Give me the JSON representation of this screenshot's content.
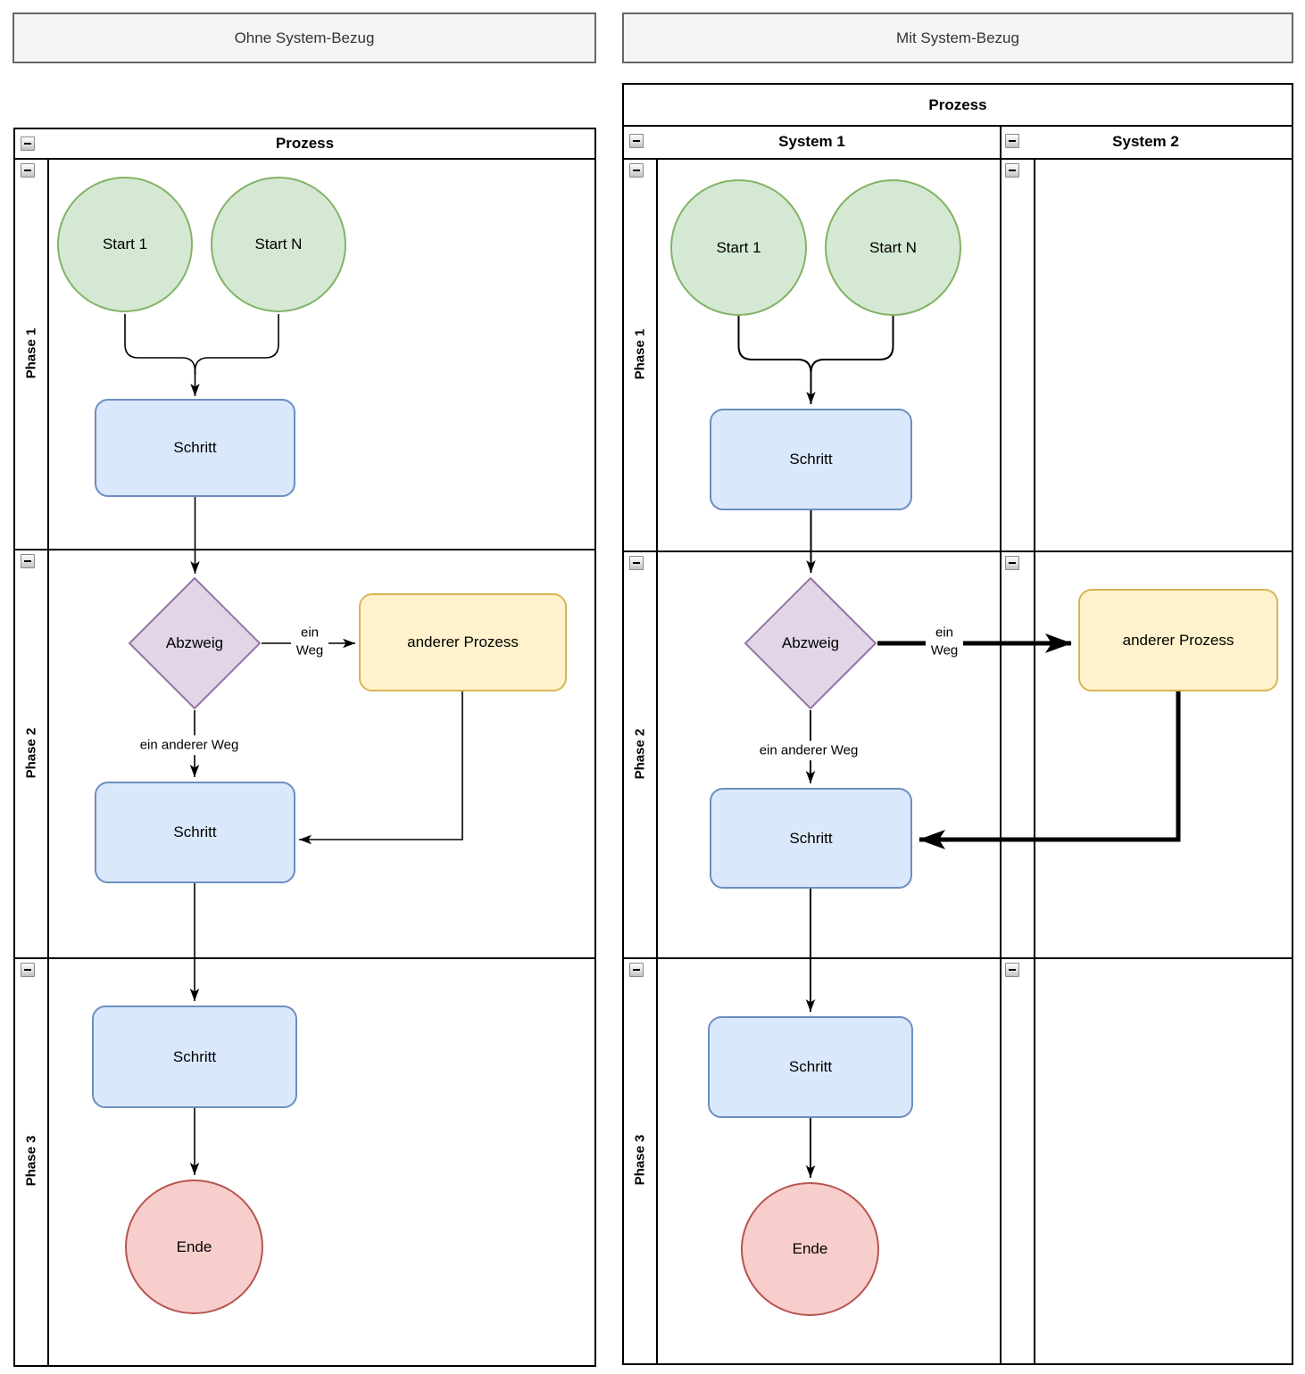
{
  "left_panel": {
    "header": "Ohne System-Bezug",
    "pool_title": "Prozess",
    "phases": [
      "Phase 1",
      "Phase 2",
      "Phase 3"
    ],
    "nodes": {
      "start_1": "Start 1",
      "start_n": "Start N",
      "step_1": "Schritt",
      "decision": "Abzweig",
      "other_process": "anderer Prozess",
      "step_2": "Schritt",
      "step_3": "Schritt",
      "end": "Ende"
    },
    "edge_labels": {
      "one_way": "ein Weg",
      "another_way": "ein anderer Weg"
    }
  },
  "right_panel": {
    "header": "Mit System-Bezug",
    "pool_title": "Prozess",
    "systems": [
      "System 1",
      "System 2"
    ],
    "phases": [
      "Phase 1",
      "Phase 2",
      "Phase 3"
    ],
    "nodes": {
      "start_1": "Start 1",
      "start_n": "Start N",
      "step_1": "Schritt",
      "decision": "Abzweig",
      "other_process": "anderer Prozess",
      "step_2": "Schritt",
      "step_3": "Schritt",
      "end": "Ende"
    },
    "edge_labels": {
      "one_way": "ein Weg",
      "another_way": "ein anderer Weg"
    }
  },
  "colors": {
    "start_fill": "#d5e8d4",
    "start_stroke": "#82b366",
    "step_fill": "#dae8fc",
    "step_stroke": "#6c8ebf",
    "decision_fill": "#e1d5e7",
    "decision_stroke": "#9673a6",
    "other_fill": "#fff2cc",
    "other_stroke": "#d6b656",
    "end_fill": "#f8cecc",
    "end_stroke": "#b85450",
    "header_fill": "#f5f5f5",
    "header_stroke": "#666666",
    "lane_border": "#000000",
    "line": "#000000"
  }
}
